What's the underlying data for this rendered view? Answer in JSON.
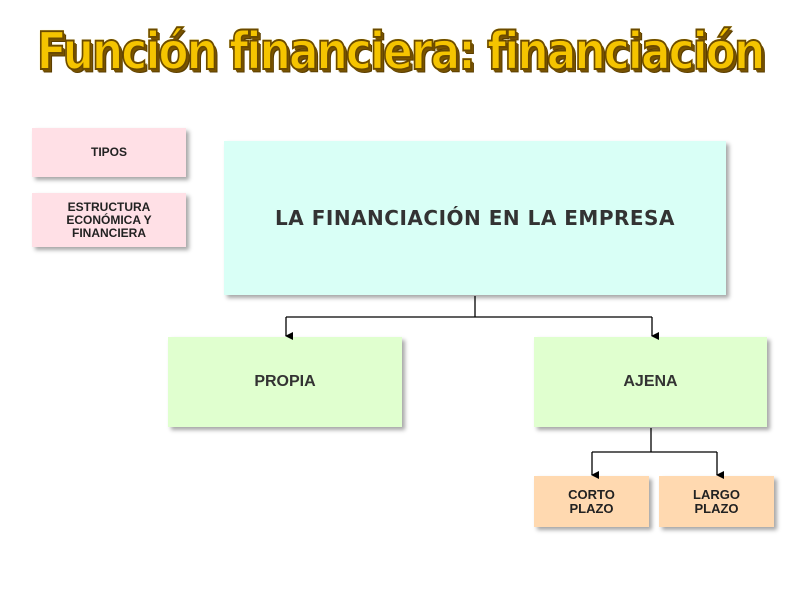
{
  "title": "Función financiera: financiación",
  "sidebar": {
    "tipos": "TIPOS",
    "estructura": "ESTRUCTURA ECONÓMICA Y FINANCIERA"
  },
  "diagram": {
    "root": "LA FINANCIACIÓN EN LA EMPRESA",
    "propia": "PROPIA",
    "ajena": "AJENA",
    "corto_plazo": "CORTO PLAZO",
    "largo_plazo": "LARGO PLAZO"
  },
  "colors": {
    "pink": "#ffe0e6",
    "main": "#d9fff6",
    "green": "#e0ffcf",
    "orange": "#ffd9b0",
    "title": "#f5c400"
  }
}
